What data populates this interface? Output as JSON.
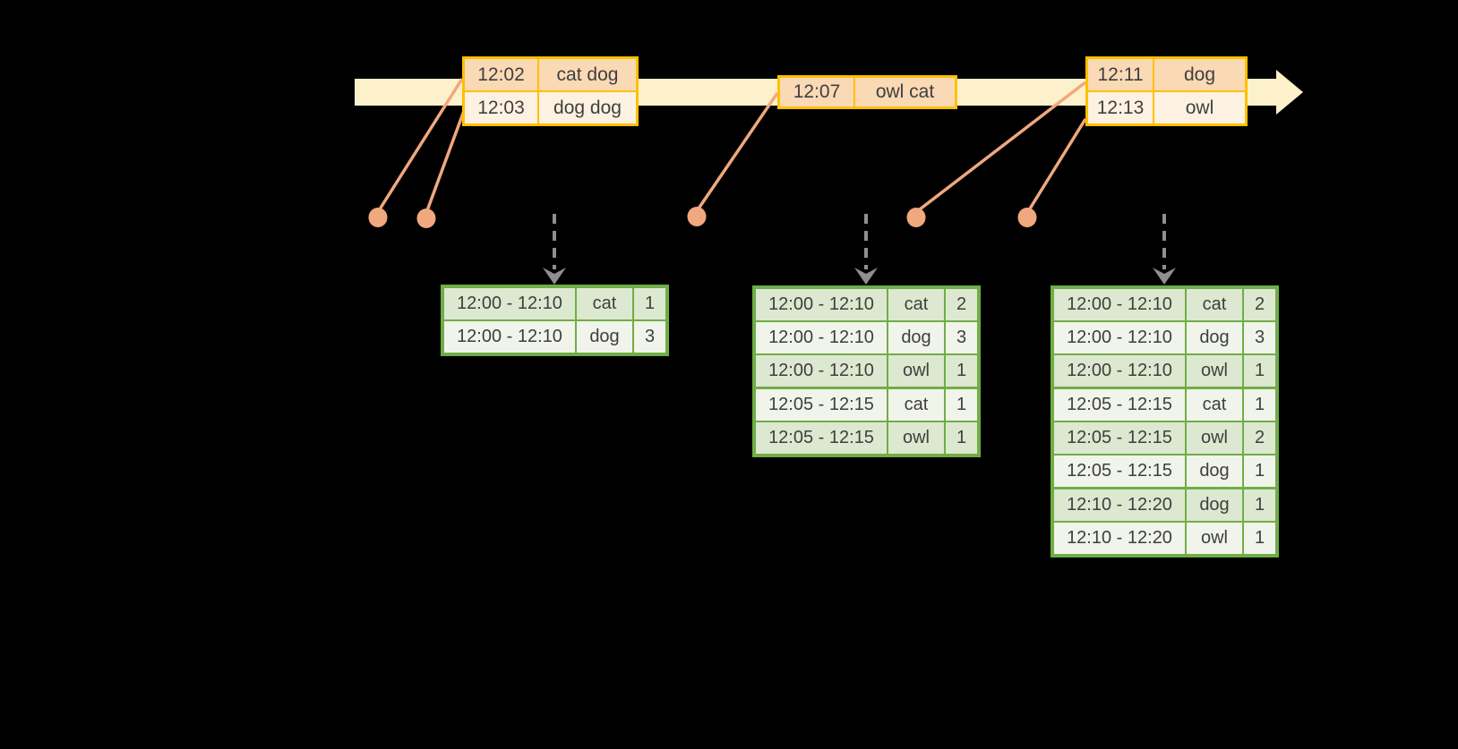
{
  "colors": {
    "background": "#000000",
    "timeline_band": "#FCF1CA",
    "event_table_border": "#FFC000",
    "event_row_dark": "#FAD9B5",
    "event_row_light": "#FDF1E2",
    "connector_salmon": "#F0A87E",
    "trigger_arrow_gray": "#8F8F8F",
    "result_table_border": "#70AD47",
    "result_row_dark": "#DCE8D0",
    "result_row_light": "#F0F4EA",
    "text": "#3F3F3F"
  },
  "event_tables": [
    {
      "rows": [
        {
          "time": "12:02",
          "words": "cat dog"
        },
        {
          "time": "12:03",
          "words": "dog dog"
        }
      ]
    },
    {
      "rows": [
        {
          "time": "12:07",
          "words": "owl cat"
        }
      ]
    },
    {
      "rows": [
        {
          "time": "12:11",
          "words": "dog"
        },
        {
          "time": "12:13",
          "words": "owl"
        }
      ]
    }
  ],
  "result_tables": [
    {
      "rows": [
        [
          "12:00 - 12:10",
          "cat",
          "1"
        ],
        [
          "12:00 - 12:10",
          "dog",
          "3"
        ]
      ]
    },
    {
      "rows": [
        [
          "12:00 - 12:10",
          "cat",
          "2"
        ],
        [
          "12:00 - 12:10",
          "dog",
          "3"
        ],
        [
          "12:00 - 12:10",
          "owl",
          "1"
        ],
        [
          "12:05 - 12:15",
          "cat",
          "1"
        ],
        [
          "12:05 - 12:15",
          "owl",
          "1"
        ]
      ]
    },
    {
      "rows": [
        [
          "12:00 - 12:10",
          "cat",
          "2"
        ],
        [
          "12:00 - 12:10",
          "dog",
          "3"
        ],
        [
          "12:00 - 12:10",
          "owl",
          "1"
        ],
        [
          "12:05 - 12:15",
          "cat",
          "1"
        ],
        [
          "12:05 - 12:15",
          "owl",
          "2"
        ],
        [
          "12:05 - 12:15",
          "dog",
          "1"
        ],
        [
          "12:10 - 12:20",
          "dog",
          "1"
        ],
        [
          "12:10 - 12:20",
          "owl",
          "1"
        ]
      ]
    }
  ]
}
